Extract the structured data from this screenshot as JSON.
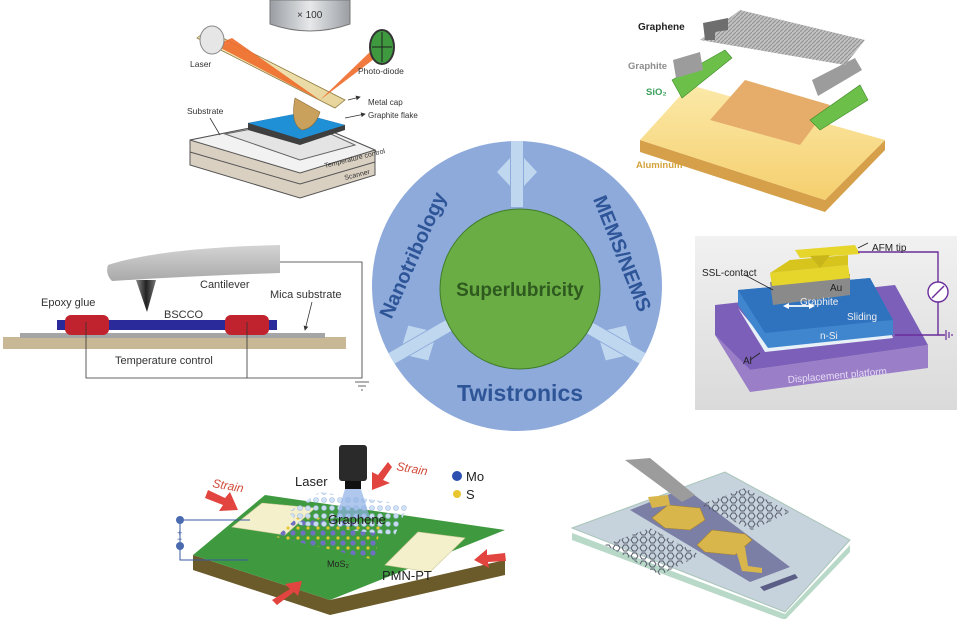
{
  "center": {
    "core_label": "Superlubricity",
    "ring_labels": {
      "left": "Nanotribology",
      "right": "MEMS/NEMS",
      "bottom": "Twistronics"
    },
    "colors": {
      "ring": "#8eaadb",
      "core": "#6aad45",
      "core_text": "#2f5a1f",
      "ring_text": "#2e5597",
      "arrow": "#c0d8ef"
    }
  },
  "panels": {
    "afm": {
      "objective_label": "× 100",
      "labels": [
        "Laser",
        "Photo-diode",
        "Metal cap",
        "Graphite flake",
        "Substrate",
        "Temperature control",
        "Scanner"
      ]
    },
    "graphene_device": {
      "labels": [
        "Graphene",
        "Graphite",
        "SiO₂",
        "Aluminum"
      ]
    },
    "bscco": {
      "labels": [
        "Cantilever",
        "Epoxy glue",
        "BSCCO",
        "Mica substrate",
        "Temperature control"
      ]
    },
    "ssl_contact": {
      "labels": [
        "AFM tip",
        "SSL-contact",
        "Au",
        "Graphite",
        "Sliding",
        "n-Si",
        "Al",
        "Displacement platform"
      ]
    },
    "strain_device": {
      "labels": [
        "Strain",
        "Laser",
        "Strain",
        "Mo",
        "S",
        "Graphene",
        "MoS₂",
        "PMN-PT",
        "+",
        "−"
      ]
    },
    "mems_device": {
      "labels": []
    }
  }
}
